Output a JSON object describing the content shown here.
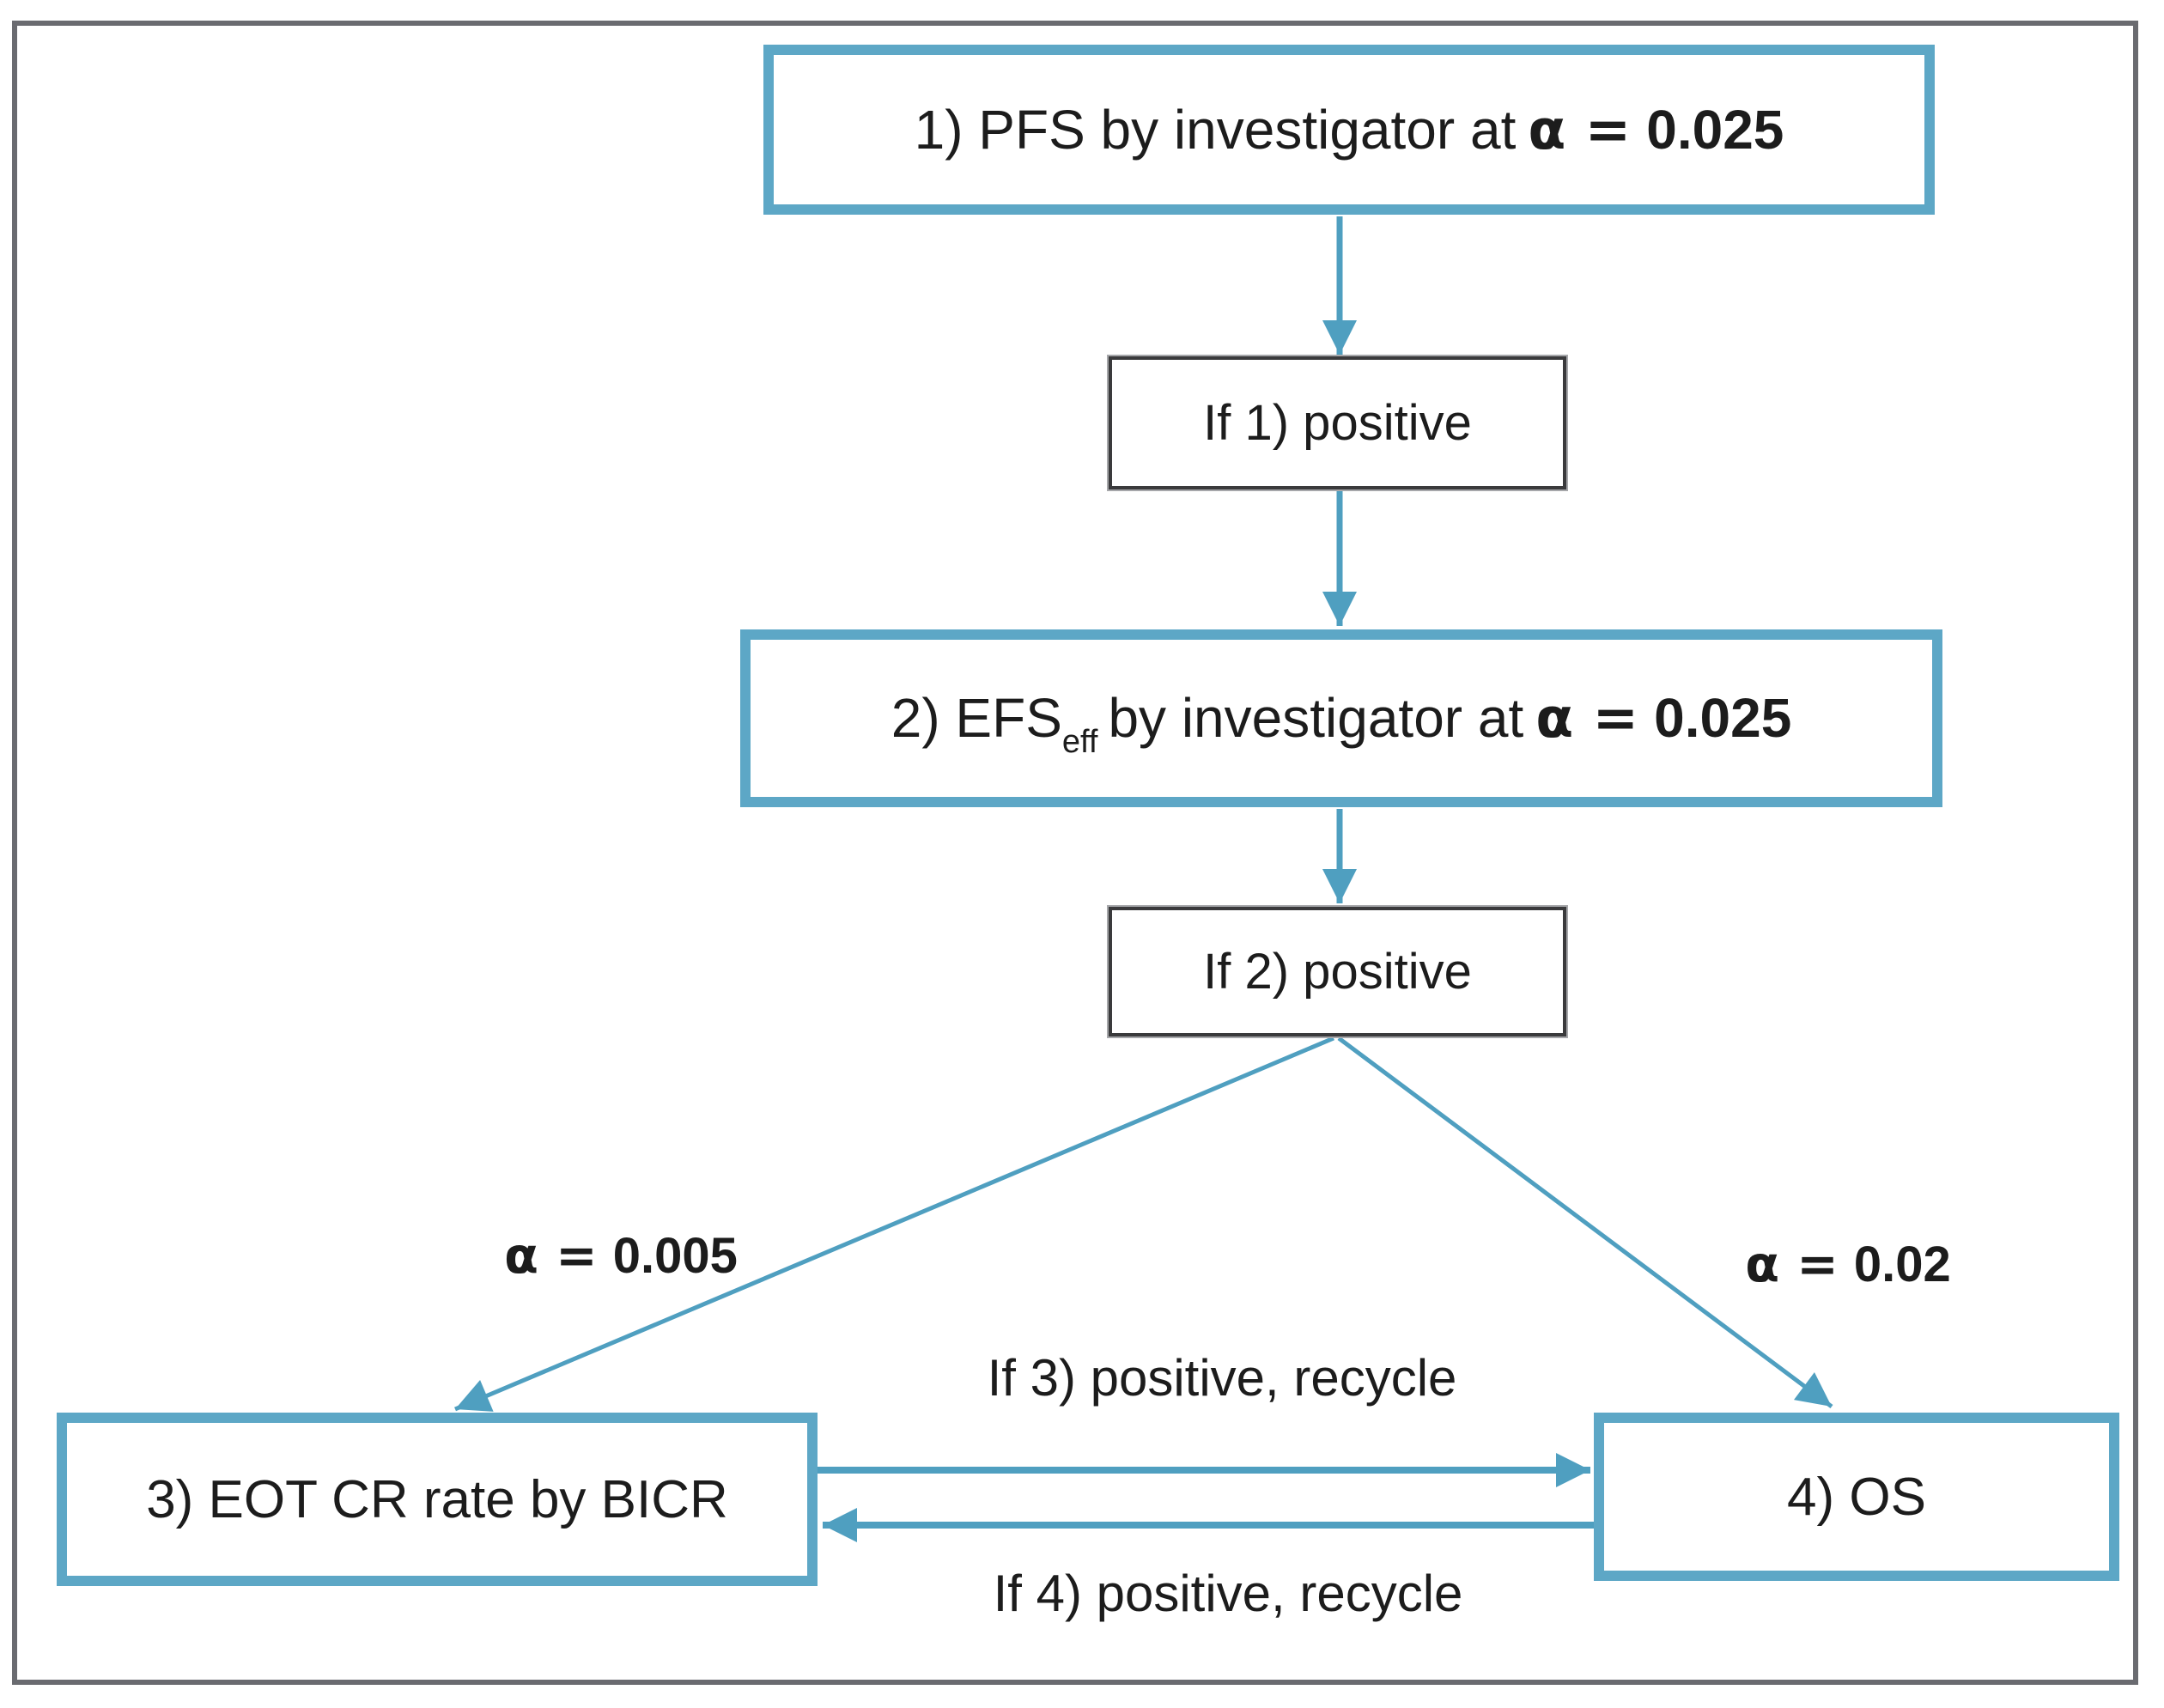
{
  "diagram": {
    "type": "flowchart",
    "description": "Hierarchical hypothesis testing / alpha allocation flow",
    "nodes": {
      "pfs": {
        "text": "1) PFS by investigator at",
        "alpha_eq": "α =",
        "value": "0.025"
      },
      "if1": {
        "text": "If 1) positive"
      },
      "efs": {
        "pre": "2) EFS",
        "sub": "eff",
        "mid": "by investigator at",
        "alpha_eq": "α =",
        "value": "0.025"
      },
      "if2": {
        "text": "If 2) positive"
      },
      "eot": {
        "text": "3) EOT CR rate by BICR"
      },
      "os": {
        "text": "4) OS"
      }
    },
    "edge_labels": {
      "alpha_left": {
        "alpha_eq": "α =",
        "value": "0.005"
      },
      "alpha_right": {
        "alpha_eq": "α =",
        "value": "0.02"
      },
      "recycle_top": "If 3) positive, recycle",
      "recycle_bottom": "If 4) positive, recycle"
    },
    "edges": [
      {
        "from": "pfs",
        "to": "if1"
      },
      {
        "from": "if1",
        "to": "efs"
      },
      {
        "from": "efs",
        "to": "if2"
      },
      {
        "from": "if2",
        "to": "eot",
        "label": "α = 0.005"
      },
      {
        "from": "if2",
        "to": "os",
        "label": "α = 0.02"
      },
      {
        "from": "eot",
        "to": "os",
        "label": "If 3) positive, recycle"
      },
      {
        "from": "os",
        "to": "eot",
        "label": "If 4) positive, recycle"
      }
    ],
    "colors": {
      "box_border_blue": "#5da7c6",
      "arrow_blue": "#4f9fc0",
      "plain_box_border": "#3a3a3c",
      "frame_gray": "#6a6b70",
      "text": "#1c1c1c"
    }
  }
}
